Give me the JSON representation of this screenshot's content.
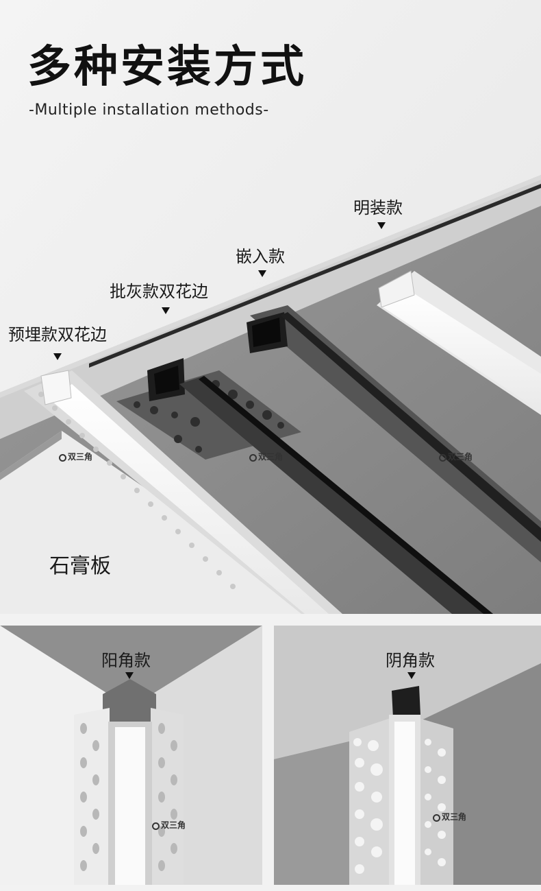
{
  "header": {
    "title": "多种安装方式",
    "subtitle": "-Multiple installation methods-"
  },
  "main_scene": {
    "labels": {
      "surface": "明装款",
      "recessed": "嵌入款",
      "plaster_flange": "批灰款双花边",
      "embedded_flange": "预埋款双花边"
    },
    "board_label": "石膏板",
    "brand": "双三角"
  },
  "corner_panels": {
    "outer": {
      "label": "阳角款"
    },
    "inner": {
      "label": "阴角款"
    },
    "brand": "双三角"
  },
  "icons": [
    "down-triangle-icon",
    "brand-logo-icon"
  ],
  "colors": {
    "background": "#f2f2f2",
    "ceiling_dark": "#8c8c8c",
    "profile_black": "#1e1e1e",
    "profile_white": "#f5f5f5"
  }
}
